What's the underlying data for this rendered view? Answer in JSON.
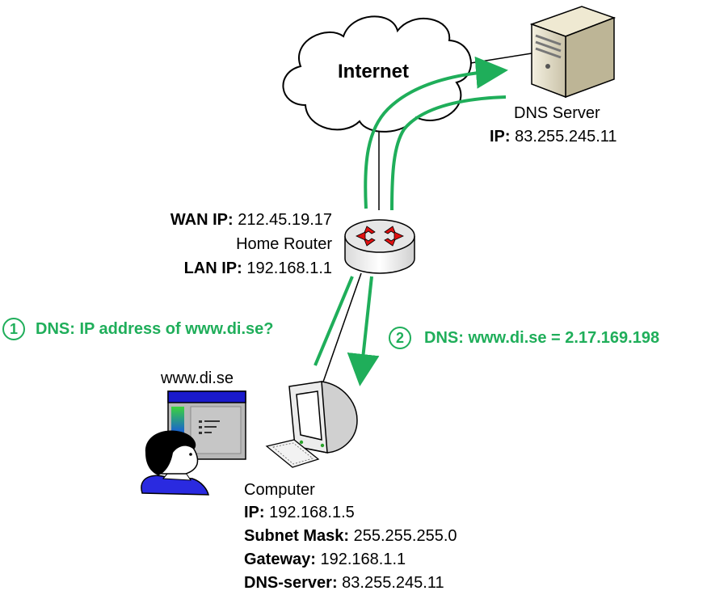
{
  "internet": {
    "label": "Internet"
  },
  "dns_server": {
    "name": "DNS Server",
    "ip_label": "IP:",
    "ip": "83.255.245.11"
  },
  "router": {
    "wan_label": "WAN IP:",
    "wan_ip": "212.45.19.17",
    "name": "Home Router",
    "lan_label": "LAN IP:",
    "lan_ip": "192.168.1.1"
  },
  "steps": [
    {
      "number": "1",
      "text": "DNS: IP address of www.di.se?"
    },
    {
      "number": "2",
      "text": "DNS: www.di.se = 2.17.169.198"
    }
  ],
  "browser": {
    "title": "www.di.se"
  },
  "computer": {
    "name": "Computer",
    "fields": [
      {
        "label": "IP:",
        "value": "192.168.1.5"
      },
      {
        "label": "Subnet Mask:",
        "value": "255.255.255.0"
      },
      {
        "label": "Gateway:",
        "value": "192.168.1.1"
      },
      {
        "label": "DNS-server:",
        "value": "83.255.245.11"
      }
    ]
  },
  "colors": {
    "arrow": "#1fae5a",
    "router_arrows": "#e01010",
    "window_title": "#1a1acc"
  }
}
